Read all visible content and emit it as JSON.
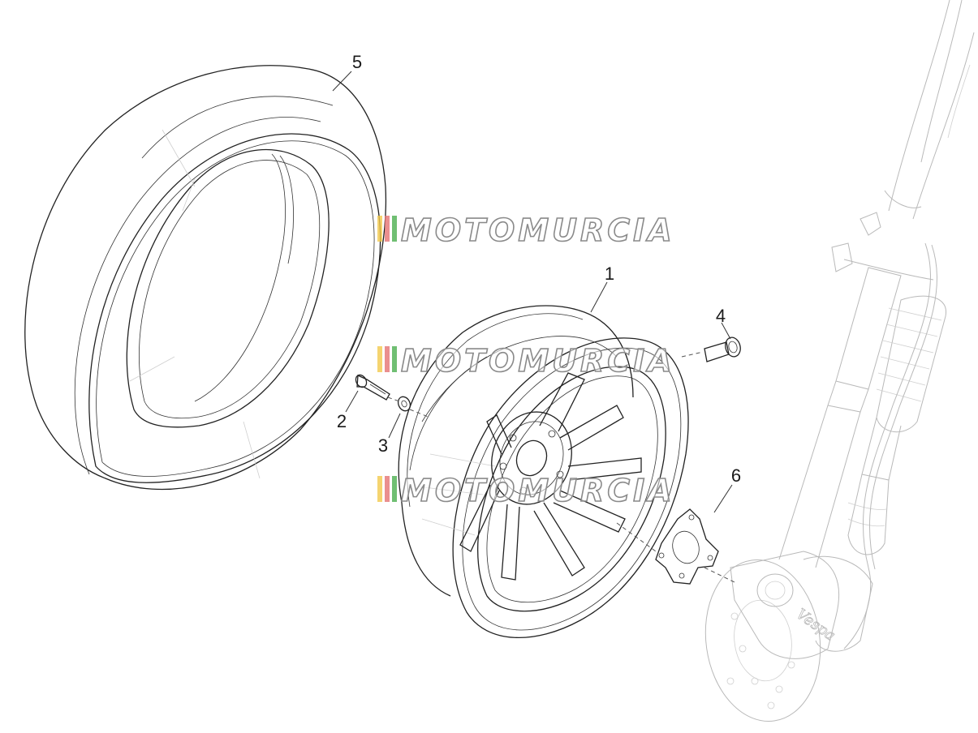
{
  "diagram": {
    "callouts": [
      {
        "id": "1",
        "label": "1"
      },
      {
        "id": "2",
        "label": "2"
      },
      {
        "id": "3",
        "label": "3"
      },
      {
        "id": "4",
        "label": "4"
      },
      {
        "id": "5",
        "label": "5"
      },
      {
        "id": "6",
        "label": "6"
      }
    ],
    "watermark": {
      "text": "MOTOMURCIA",
      "colors": [
        "#f2c94c",
        "#e57373",
        "#4caf50"
      ],
      "repeat_count": 3
    },
    "brand_mark": "Vespa",
    "icons": [
      "tire-drawing",
      "wheel-rim-drawing",
      "screw-drawing",
      "washer-drawing",
      "bolt-drawing",
      "gasket-drawing",
      "front-fork-drawing"
    ]
  }
}
